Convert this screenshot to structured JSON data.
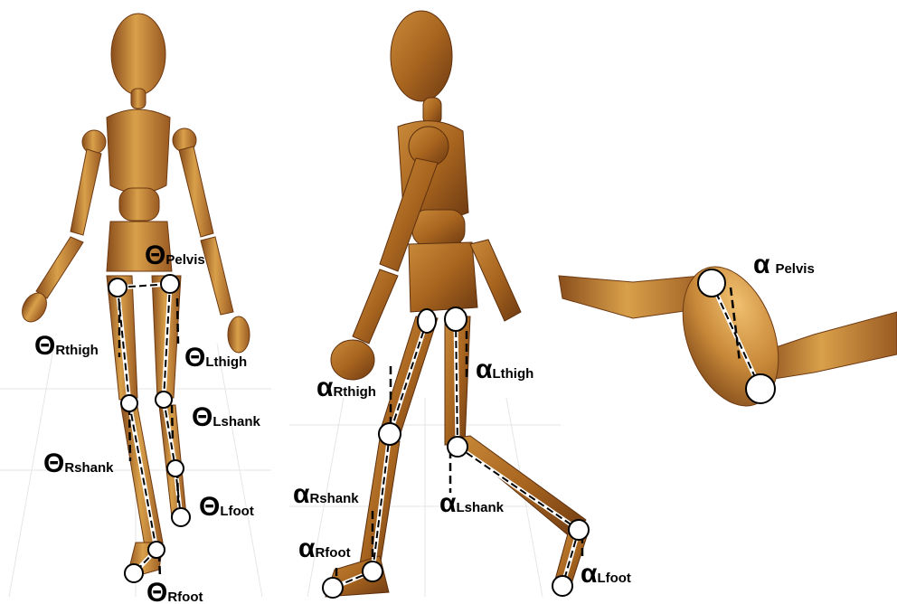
{
  "labels": {
    "front": [
      {
        "id": "theta-pelvis",
        "symbol": "Θ",
        "sub": "Pelvis"
      },
      {
        "id": "theta-rthigh",
        "symbol": "Θ",
        "sub": "Rthigh"
      },
      {
        "id": "theta-lthigh",
        "symbol": "Θ",
        "sub": "Lthigh"
      },
      {
        "id": "theta-lshank",
        "symbol": "Θ",
        "sub": "Lshank"
      },
      {
        "id": "theta-rshank",
        "symbol": "Θ",
        "sub": "Rshank"
      },
      {
        "id": "theta-lfoot",
        "symbol": "Θ",
        "sub": "Lfoot"
      },
      {
        "id": "theta-rfoot",
        "symbol": "Θ",
        "sub": "Rfoot"
      }
    ],
    "side": [
      {
        "id": "alpha-rthigh",
        "symbol": "α",
        "sub": "Rthigh"
      },
      {
        "id": "alpha-lthigh",
        "symbol": "α",
        "sub": "Lthigh"
      },
      {
        "id": "alpha-rshank",
        "symbol": "α",
        "sub": "Rshank"
      },
      {
        "id": "alpha-lshank",
        "symbol": "α",
        "sub": "Lshank"
      },
      {
        "id": "alpha-rfoot",
        "symbol": "α",
        "sub": "Rfoot"
      },
      {
        "id": "alpha-lfoot",
        "symbol": "α",
        "sub": "Lfoot"
      }
    ],
    "top": [
      {
        "id": "alpha-pelvis",
        "symbol": "α",
        "sub": "Pelvis"
      }
    ]
  },
  "colors": {
    "wood_light": "#d9a04a",
    "wood_mid": "#b8752a",
    "wood_dark": "#7a4416",
    "joint_fill": "#ffffff",
    "joint_stroke": "#000000",
    "segment_line": "#ffffff",
    "reference_line": "#000000"
  }
}
